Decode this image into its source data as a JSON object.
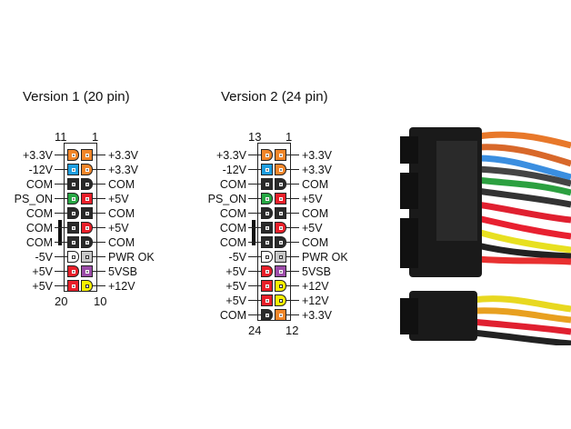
{
  "colors": {
    "orange": "#f0862a",
    "blue": "#1e9ee0",
    "black": "#2a2a2a",
    "green": "#27a744",
    "red": "#e8202a",
    "white": "#ffffff",
    "gray": "#c8c8c8",
    "purple": "#9b4ca8",
    "yellow": "#f8f000"
  },
  "v1": {
    "title": "Version 1 (20 pin)",
    "top_left_num": "11",
    "top_right_num": "1",
    "bottom_left_num": "20",
    "bottom_right_num": "10",
    "rows": [
      {
        "left": "+3.3V",
        "lc": "orange",
        "ld": true,
        "right": "+3.3V",
        "rc": "orange",
        "rd": false
      },
      {
        "left": "-12V",
        "lc": "blue",
        "ld": false,
        "right": "+3.3V",
        "rc": "orange",
        "rd": true
      },
      {
        "left": "COM",
        "lc": "black",
        "ld": false,
        "right": "COM",
        "rc": "black",
        "rd": true
      },
      {
        "left": "PS_ON",
        "lc": "green",
        "ld": true,
        "right": "+5V",
        "rc": "red",
        "rd": false
      },
      {
        "left": "COM",
        "lc": "black",
        "ld": true,
        "right": "COM",
        "rc": "black",
        "rd": false
      },
      {
        "left": "COM",
        "lc": "black",
        "ld": false,
        "right": "+5V",
        "rc": "red",
        "rd": true
      },
      {
        "left": "COM",
        "lc": "black",
        "ld": false,
        "right": "COM",
        "rc": "black",
        "rd": true
      },
      {
        "left": "-5V",
        "lc": "white",
        "ld": true,
        "right": "PWR OK",
        "rc": "gray",
        "rd": false
      },
      {
        "left": "+5V",
        "lc": "red",
        "ld": true,
        "right": "5VSB",
        "rc": "purple",
        "rd": false
      },
      {
        "left": "+5V",
        "lc": "red",
        "ld": false,
        "right": "+12V",
        "rc": "yellow",
        "rd": true
      }
    ]
  },
  "v2": {
    "title": "Version 2 (24 pin)",
    "top_left_num": "13",
    "top_right_num": "1",
    "bottom_left_num": "24",
    "bottom_right_num": "12",
    "rows": [
      {
        "left": "+3.3V",
        "lc": "orange",
        "ld": true,
        "right": "+3.3V",
        "rc": "orange",
        "rd": false
      },
      {
        "left": "-12V",
        "lc": "blue",
        "ld": false,
        "right": "+3.3V",
        "rc": "orange",
        "rd": true
      },
      {
        "left": "COM",
        "lc": "black",
        "ld": false,
        "right": "COM",
        "rc": "black",
        "rd": true
      },
      {
        "left": "PS_ON",
        "lc": "green",
        "ld": true,
        "right": "+5V",
        "rc": "red",
        "rd": false
      },
      {
        "left": "COM",
        "lc": "black",
        "ld": true,
        "right": "COM",
        "rc": "black",
        "rd": false
      },
      {
        "left": "COM",
        "lc": "black",
        "ld": false,
        "right": "+5V",
        "rc": "red",
        "rd": true
      },
      {
        "left": "COM",
        "lc": "black",
        "ld": false,
        "right": "COM",
        "rc": "black",
        "rd": true
      },
      {
        "left": "-5V",
        "lc": "white",
        "ld": true,
        "right": "PWR OK",
        "rc": "gray",
        "rd": false
      },
      {
        "left": "+5V",
        "lc": "red",
        "ld": true,
        "right": "5VSB",
        "rc": "purple",
        "rd": false
      },
      {
        "left": "+5V",
        "lc": "red",
        "ld": false,
        "right": "+12V",
        "rc": "yellow",
        "rd": true
      },
      {
        "left": "+5V",
        "lc": "red",
        "ld": false,
        "right": "+12V",
        "rc": "yellow",
        "rd": true
      },
      {
        "left": "COM",
        "lc": "black",
        "ld": true,
        "right": "+3.3V",
        "rc": "orange",
        "rd": false
      }
    ]
  }
}
